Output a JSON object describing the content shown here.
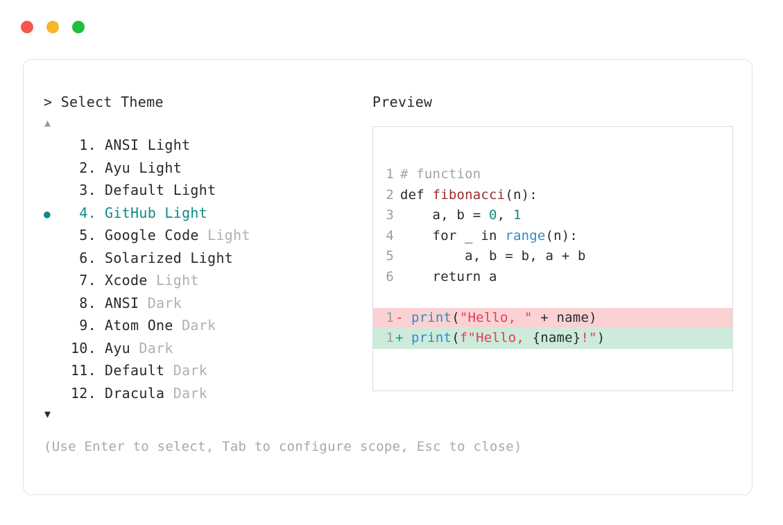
{
  "window": {
    "dots": [
      {
        "name": "close-dot",
        "color": "#f5564e"
      },
      {
        "name": "minimize-dot",
        "color": "#f5b62b"
      },
      {
        "name": "maximize-dot",
        "color": "#22bd3e"
      }
    ]
  },
  "selector": {
    "prompt_caret": ">",
    "prompt_label": "Select Theme",
    "scroll_up_icon": "▲",
    "scroll_down_icon": "▼",
    "selected_index": 4,
    "bullet_icon": "●",
    "items": [
      {
        "number": " 1.",
        "name": "ANSI",
        "variant": "Light",
        "variant_muted": false,
        "selected": false
      },
      {
        "number": " 2.",
        "name": "Ayu",
        "variant": "Light",
        "variant_muted": false,
        "selected": false
      },
      {
        "number": " 3.",
        "name": "Default",
        "variant": "Light",
        "variant_muted": false,
        "selected": false
      },
      {
        "number": " 4.",
        "name": "GitHub",
        "variant": "Light",
        "variant_muted": false,
        "selected": true
      },
      {
        "number": " 5.",
        "name": "Google Code",
        "variant": "Light",
        "variant_muted": true,
        "selected": false
      },
      {
        "number": " 6.",
        "name": "Solarized",
        "variant": "Light",
        "variant_muted": false,
        "selected": false
      },
      {
        "number": " 7.",
        "name": "Xcode",
        "variant": "Light",
        "variant_muted": true,
        "selected": false
      },
      {
        "number": " 8.",
        "name": "ANSI",
        "variant": "Dark",
        "variant_muted": true,
        "selected": false
      },
      {
        "number": " 9.",
        "name": "Atom One",
        "variant": "Dark",
        "variant_muted": true,
        "selected": false
      },
      {
        "number": "10.",
        "name": "Ayu",
        "variant": "Dark",
        "variant_muted": true,
        "selected": false
      },
      {
        "number": "11.",
        "name": "Default",
        "variant": "Dark",
        "variant_muted": true,
        "selected": false
      },
      {
        "number": "12.",
        "name": "Dracula",
        "variant": "Dark",
        "variant_muted": true,
        "selected": false
      }
    ]
  },
  "hint": "(Use Enter to select, Tab to configure scope, Esc to close)",
  "preview": {
    "label": "Preview",
    "code_lines": [
      {
        "number": "1",
        "tokens": [
          {
            "t": "# function",
            "c": "tok-comment"
          }
        ]
      },
      {
        "number": "2",
        "tokens": [
          {
            "t": "def ",
            "c": "tok-kw"
          },
          {
            "t": "fibonacci",
            "c": "tok-fn"
          },
          {
            "t": "(n):",
            "c": "tok-plain"
          }
        ]
      },
      {
        "number": "3",
        "tokens": [
          {
            "t": "    a, b = ",
            "c": "tok-plain"
          },
          {
            "t": "0",
            "c": "tok-num"
          },
          {
            "t": ", ",
            "c": "tok-plain"
          },
          {
            "t": "1",
            "c": "tok-num"
          }
        ]
      },
      {
        "number": "4",
        "tokens": [
          {
            "t": "    for _ in ",
            "c": "tok-plain"
          },
          {
            "t": "range",
            "c": "tok-builtin"
          },
          {
            "t": "(n):",
            "c": "tok-plain"
          }
        ]
      },
      {
        "number": "5",
        "tokens": [
          {
            "t": "        a, b = b, a + b",
            "c": "tok-plain"
          }
        ]
      },
      {
        "number": "6",
        "tokens": [
          {
            "t": "    return a",
            "c": "tok-plain"
          }
        ]
      }
    ],
    "diff_lines": [
      {
        "kind": "del",
        "number": "1",
        "sign": "-",
        "tokens": [
          {
            "t": "print",
            "c": "tok-print"
          },
          {
            "t": "(",
            "c": "tok-plain"
          },
          {
            "t": "\"Hello, \"",
            "c": "tok-str"
          },
          {
            "t": " + name)",
            "c": "tok-plain"
          }
        ]
      },
      {
        "kind": "add",
        "number": "1",
        "sign": "+",
        "tokens": [
          {
            "t": "print",
            "c": "tok-print"
          },
          {
            "t": "(",
            "c": "tok-plain"
          },
          {
            "t": "f\"Hello, ",
            "c": "tok-str"
          },
          {
            "t": "{name}",
            "c": "tok-plain"
          },
          {
            "t": "!\"",
            "c": "tok-str"
          },
          {
            "t": ")",
            "c": "tok-plain"
          }
        ]
      }
    ]
  },
  "colors": {
    "accent_teal": "#0f8a86",
    "muted_gray": "#b0b0b0",
    "text": "#252a30",
    "diff_del_bg": "#fbd2d4",
    "diff_add_bg": "#cdebda"
  }
}
